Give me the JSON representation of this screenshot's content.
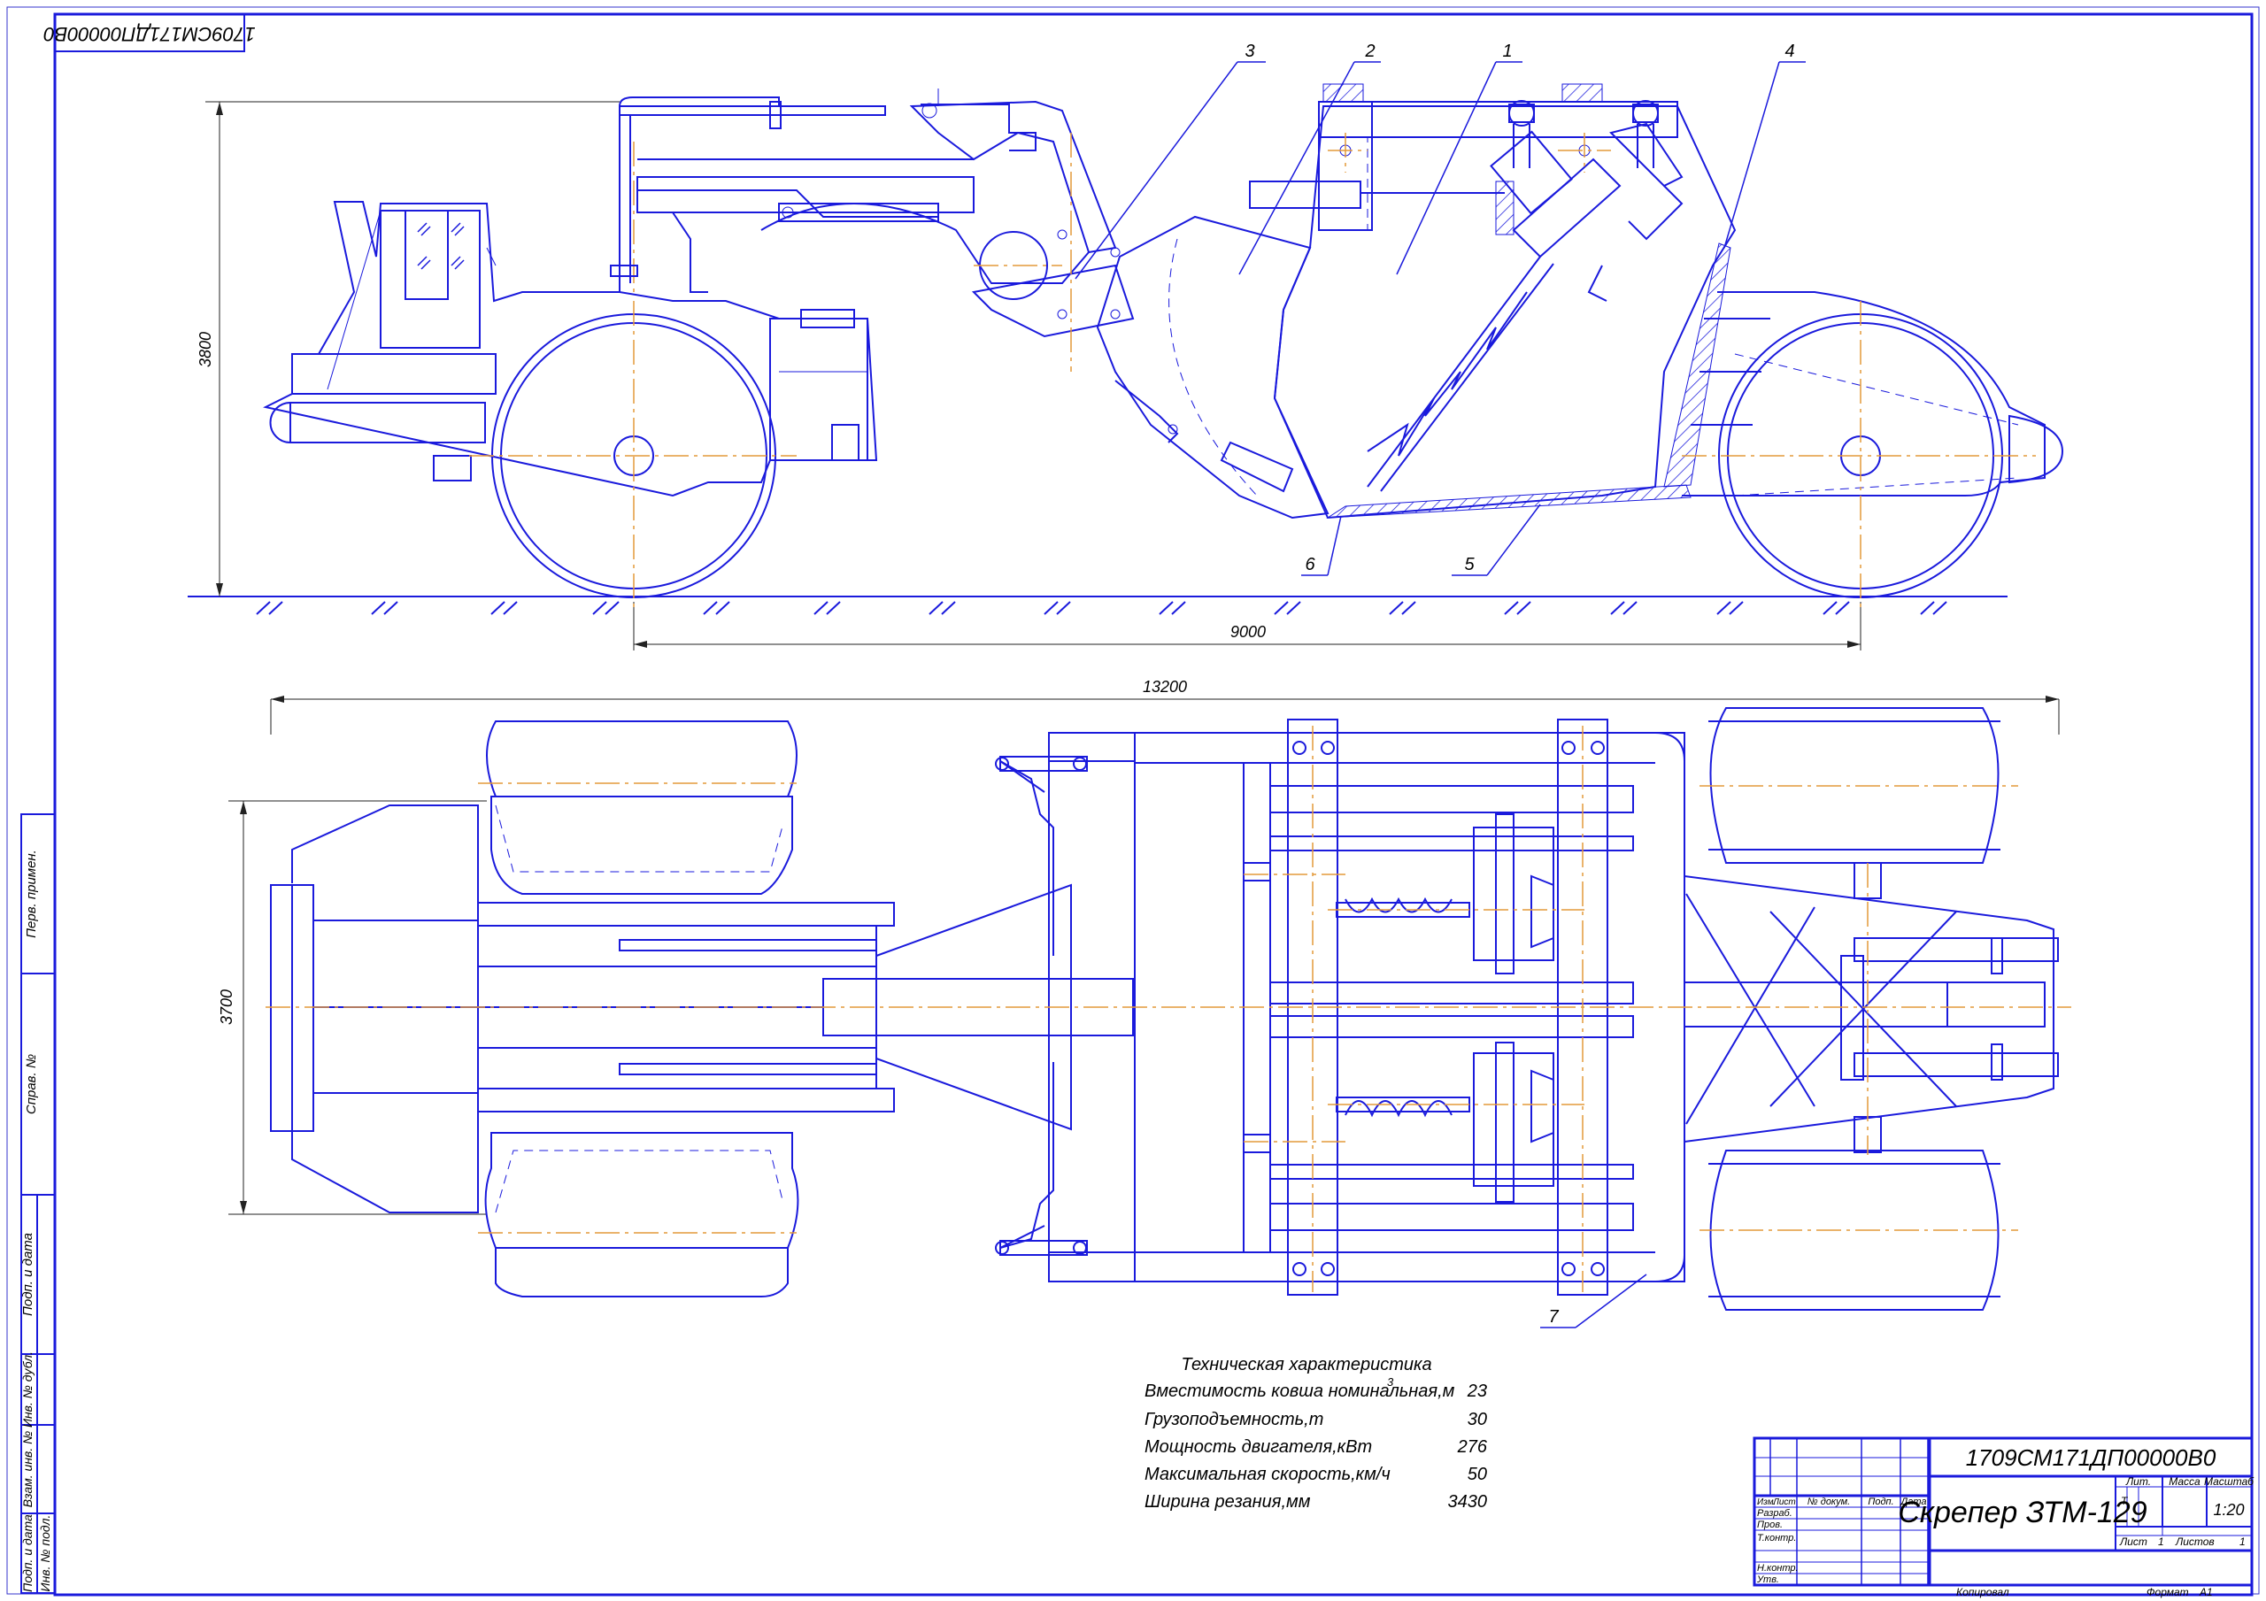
{
  "stamp_top": "1709СМ171ДП00000В0",
  "dimensions": {
    "height": "3800",
    "wheelbase": "9000",
    "length": "13200",
    "width": "3700"
  },
  "callouts": [
    "1",
    "2",
    "3",
    "4",
    "5",
    "6",
    "7"
  ],
  "spec": {
    "title": "Техническая характеристика",
    "rows": [
      {
        "label": "Вместимость ковша номинальная,м",
        "sup": "3",
        "value": "23"
      },
      {
        "label": "Грузоподъемность,т",
        "sup": "",
        "value": "30"
      },
      {
        "label": "Мощность двигателя,кВт",
        "sup": "",
        "value": "276"
      },
      {
        "label": "Максимальная скорость,км/ч",
        "sup": "",
        "value": "50"
      },
      {
        "label": "Ширина резания,мм",
        "sup": "",
        "value": "3430"
      }
    ]
  },
  "side_labels": [
    "Перв. примен.",
    "Справ. №",
    "Подп. и дата",
    "Инв. № дубл.",
    "Взам. инв. №",
    "Подп. и дата",
    "Инв. № подл."
  ],
  "title_block": {
    "doc_code": "1709СМ171ДП00000В0",
    "name": "Скрепер ЗТМ-129",
    "header_cols": [
      "Изм.",
      "Лист",
      "№ докум.",
      "Подп.",
      "Дата"
    ],
    "roles": [
      "Разраб.",
      "Пров.",
      "Т.контр.",
      "Н.контр.",
      "Утв."
    ],
    "lit_label": "Лит.",
    "lit_value": "Т",
    "mass_label": "Масса",
    "scale_label": "Масштаб",
    "scale_value": "1:20",
    "sheet_label": "Лист",
    "sheet_value": "1",
    "sheets_label": "Листов",
    "sheets_value": "1",
    "copied": "Копировал",
    "format_label": "Формат",
    "format_value": "А1"
  }
}
